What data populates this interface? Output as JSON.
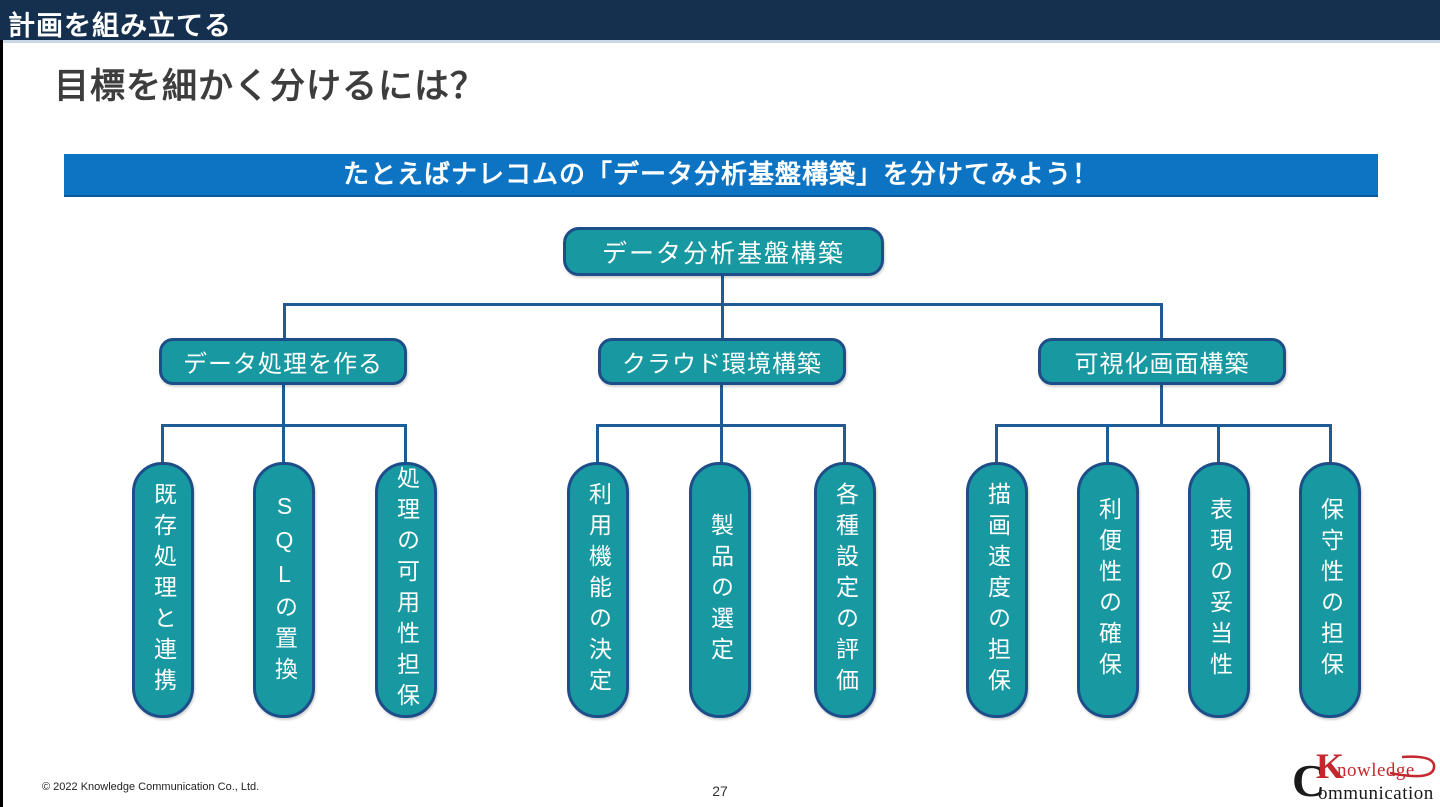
{
  "header": {
    "title": "計画を組み立てる"
  },
  "page": {
    "heading": "目標を細かく分けるには？",
    "page_number": "27",
    "copyright": "© 2022 Knowledge Communication Co., Ltd."
  },
  "banner": {
    "text": "たとえばナレコムの「データ分析基盤構築」を分けてみよう！"
  },
  "tree": {
    "root": "データ分析基盤構築",
    "branches": [
      {
        "label": "データ処理を作る",
        "children": [
          "既存処理と連携",
          "SQLの置換",
          "処理の可用性担保"
        ]
      },
      {
        "label": "クラウド環境構築",
        "children": [
          "利用機能の決定",
          "製品の選定",
          "各種設定の評価"
        ]
      },
      {
        "label": "可視化画面構築",
        "children": [
          "描画速度の担保",
          "利便性の確保",
          "表現の妥当性",
          "保守性の担保"
        ]
      }
    ]
  },
  "logo": {
    "line1_initial": "K",
    "line1_rest": "nowledge",
    "line2_initial": "C",
    "line2_rest": "ommunication"
  },
  "colors": {
    "top_bar": "#15304e",
    "banner_blue": "#0d74c4",
    "node_fill": "#1899a1",
    "node_border": "#1d4e89",
    "connector": "#1f5b94",
    "logo_red": "#c4282d"
  }
}
